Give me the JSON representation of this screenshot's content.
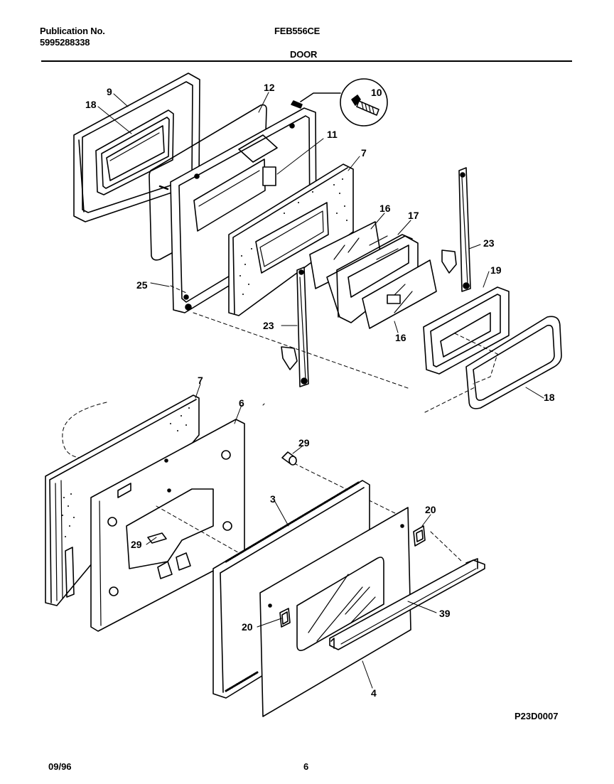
{
  "header": {
    "publication_label": "Publication No.",
    "publication_number": "5995288338",
    "model": "FEB556CE",
    "section": "DOOR"
  },
  "callouts": {
    "c9": "9",
    "c18a": "18",
    "c12": "12",
    "c10": "10",
    "c11": "11",
    "c7a": "7",
    "c16a": "16",
    "c17": "17",
    "c23a": "23",
    "c25": "25",
    "c19": "19",
    "c23b": "23",
    "c16b": "16",
    "c18b": "18",
    "c7b": "7",
    "c6": "6",
    "c29a": "29",
    "c3": "3",
    "c20a": "20",
    "c29b": "29",
    "c20b": "20",
    "c39": "39",
    "c4": "4"
  },
  "footer": {
    "date": "09/96",
    "page": "6",
    "figure_code": "P23D0007"
  }
}
